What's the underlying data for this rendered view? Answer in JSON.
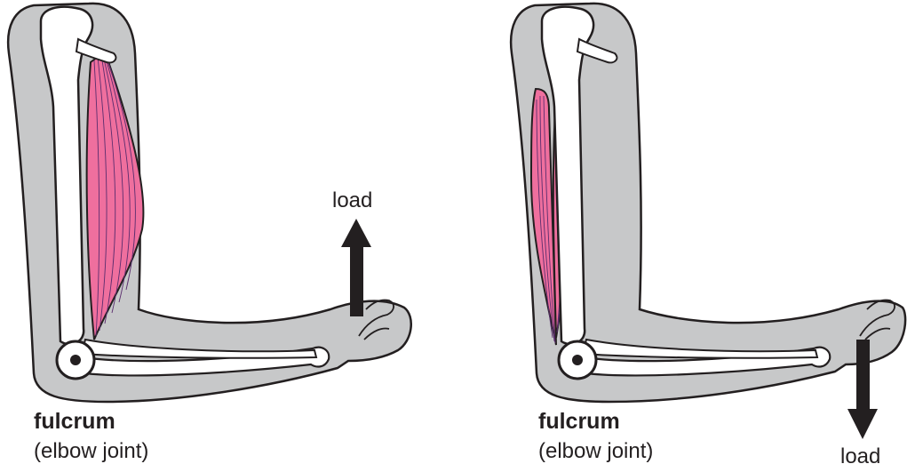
{
  "panels": [
    {
      "fulcrum_title": "fulcrum",
      "fulcrum_subtitle": "(elbow joint)",
      "load_label": "load",
      "load_direction": "up"
    },
    {
      "fulcrum_title": "fulcrum",
      "fulcrum_subtitle": "(elbow joint)",
      "load_label": "load",
      "load_direction": "down"
    }
  ],
  "colors": {
    "skin": "#c7c8c9",
    "outline": "#231f20",
    "muscle": "#ef6f9e",
    "muscle_fiber": "#5b2d6e",
    "bone": "#ffffff"
  }
}
